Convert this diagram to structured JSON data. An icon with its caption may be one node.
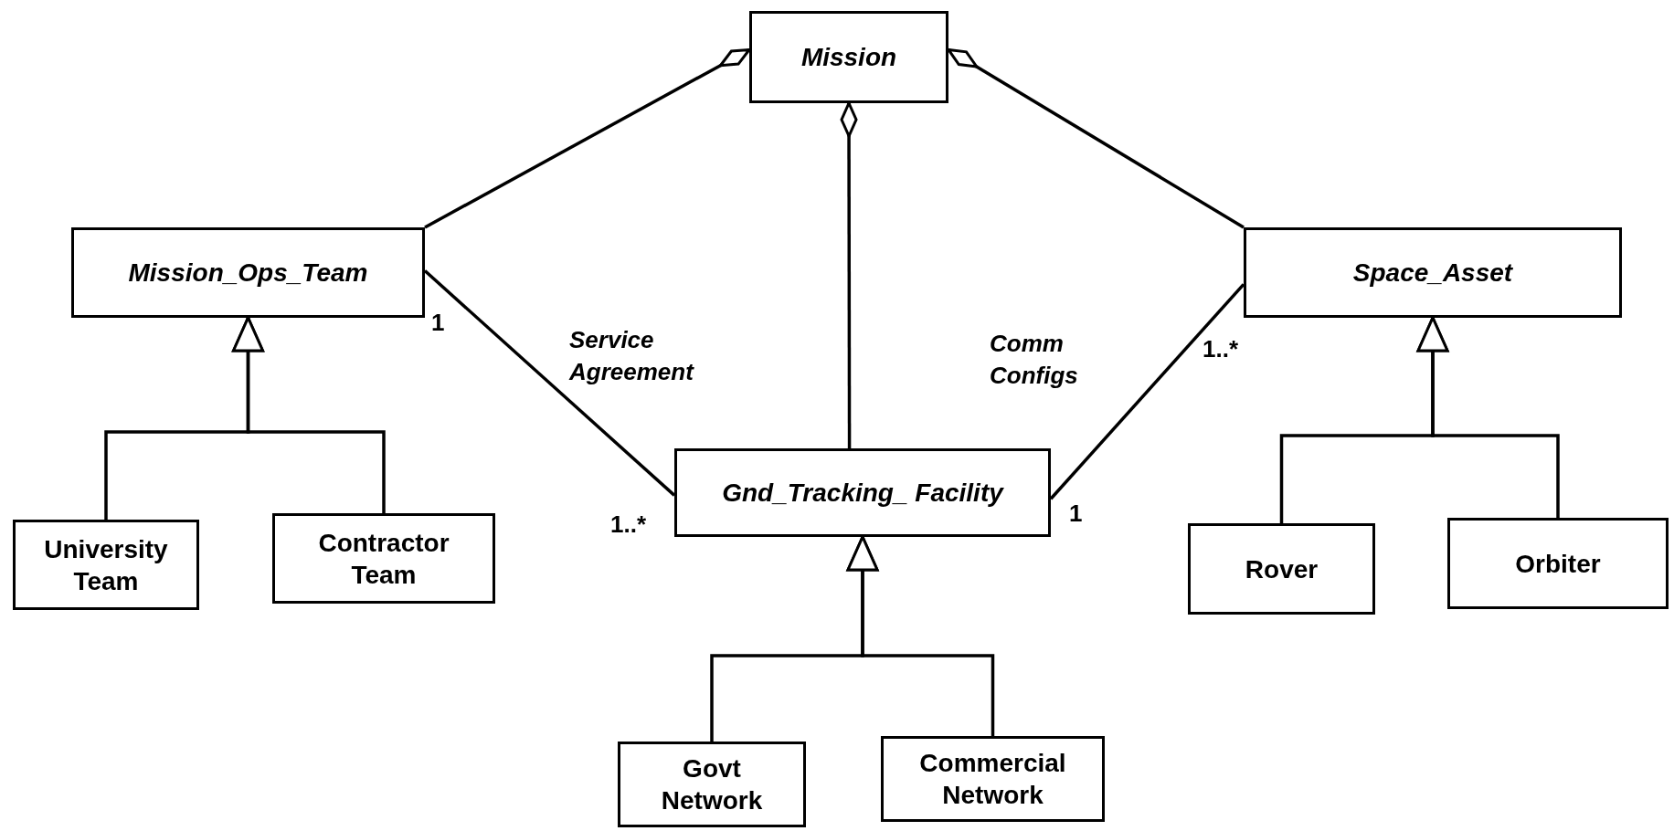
{
  "diagram": {
    "nodes": [
      {
        "text": [
          "Mission"
        ]
      },
      {
        "text": [
          "Mission_Ops_Team"
        ]
      },
      {
        "text": [
          "Space_Asset"
        ]
      },
      {
        "text": [
          "Gnd_Tracking_ Facility"
        ]
      },
      {
        "text": [
          "University Team"
        ]
      },
      {
        "text": [
          "Contractor Team"
        ]
      },
      {
        "text": [
          "Rover"
        ]
      },
      {
        "text": [
          "Orbiter"
        ]
      },
      {
        "text": [
          "Govt Network"
        ]
      },
      {
        "text": [
          "Commercial Network"
        ]
      }
    ],
    "edges": [
      {
        "from": 1,
        "to": 0,
        "arrow": "other"
      },
      {
        "from": 3,
        "to": 0,
        "arrow": "other"
      },
      {
        "from": 2,
        "to": 0,
        "arrow": "other"
      },
      {
        "from": 1,
        "to": 3,
        "arrow": "none",
        "label": "Service Agreement"
      },
      {
        "from": 3,
        "to": 2,
        "arrow": "none",
        "label": "Comm Configs"
      },
      {
        "from": 4,
        "to": 1,
        "arrow": "to"
      },
      {
        "from": 5,
        "to": 1,
        "arrow": "to"
      },
      {
        "from": 8,
        "to": 3,
        "arrow": "to"
      },
      {
        "from": 9,
        "to": 3,
        "arrow": "to"
      },
      {
        "from": 6,
        "to": 2,
        "arrow": "to"
      },
      {
        "from": 7,
        "to": 2,
        "arrow": "to"
      }
    ],
    "labels": [
      "1",
      "1..*",
      "1",
      "1..*"
    ]
  }
}
